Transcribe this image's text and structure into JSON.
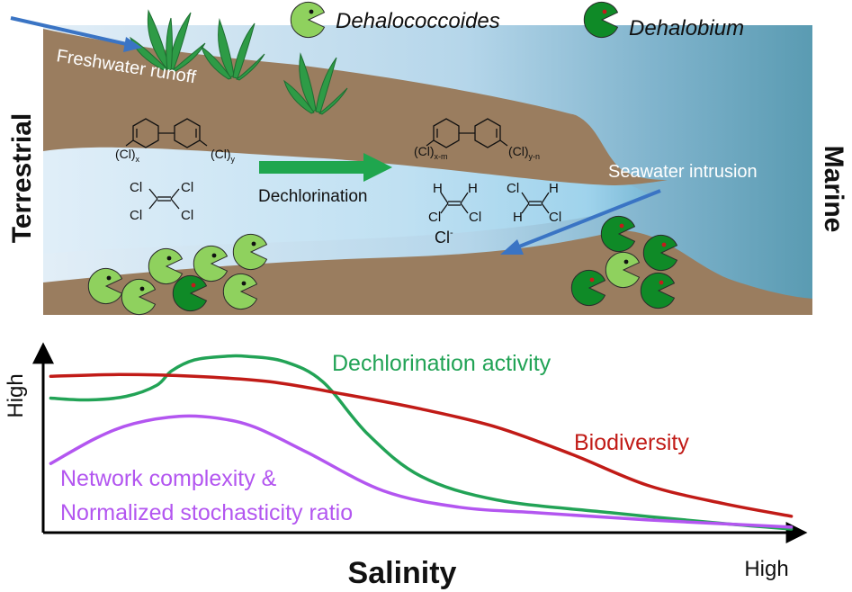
{
  "legend": {
    "dehalococcoides": "Dehalococcoides",
    "dehalobium": "Dehalobium"
  },
  "side_labels": {
    "left": "Terrestrial",
    "right": "Marine"
  },
  "estuary": {
    "freshwater": "Freshwater runoff",
    "seawater": "Seawater intrusion",
    "process": "Dechlorination",
    "chloride": "Cl",
    "chloride_charge": "-"
  },
  "chem": {
    "cl": "Cl",
    "h": "H",
    "pcb_left_x": "(Cl)",
    "pcb_left_x_sub": "x",
    "pcb_left_y": "(Cl)",
    "pcb_left_y_sub": "y",
    "pcb_right_x": "(Cl)",
    "pcb_right_x_sub": "x-m",
    "pcb_right_y": "(Cl)",
    "pcb_right_y_sub": "y-n"
  },
  "chart_data": {
    "type": "line",
    "xlabel": "Salinity",
    "x_high_label": "High",
    "y_high_label": "High",
    "xlim": [
      0,
      100
    ],
    "ylim": [
      0,
      100
    ],
    "series": [
      {
        "name": "Dechlorination activity",
        "color": "#22a356",
        "x": [
          1,
          6,
          11,
          15,
          17,
          20,
          24,
          27,
          32,
          37,
          43,
          50,
          60,
          75,
          90,
          99
        ],
        "y": [
          74,
          73,
          75,
          81,
          89,
          95,
          97,
          97,
          94,
          83,
          54,
          31,
          18,
          11,
          5,
          2
        ]
      },
      {
        "name": "Biodiversity",
        "color": "#c11b17",
        "x": [
          1,
          10,
          20,
          30,
          40,
          50,
          60,
          70,
          80,
          90,
          99
        ],
        "y": [
          86,
          87,
          86,
          83,
          76,
          68,
          58,
          43,
          26,
          16,
          9
        ]
      },
      {
        "name": "Network complexity &\nNormalized stochasticity ratio",
        "label_lines": [
          "Network complexity &",
          "Normalized stochasticity ratio"
        ],
        "color": "#b356f0",
        "x": [
          1,
          7,
          12,
          18,
          23,
          28,
          35,
          45,
          55,
          65,
          80,
          99
        ],
        "y": [
          38,
          52,
          60,
          64,
          63,
          58,
          44,
          23,
          14,
          11,
          7,
          3
        ]
      }
    ]
  }
}
